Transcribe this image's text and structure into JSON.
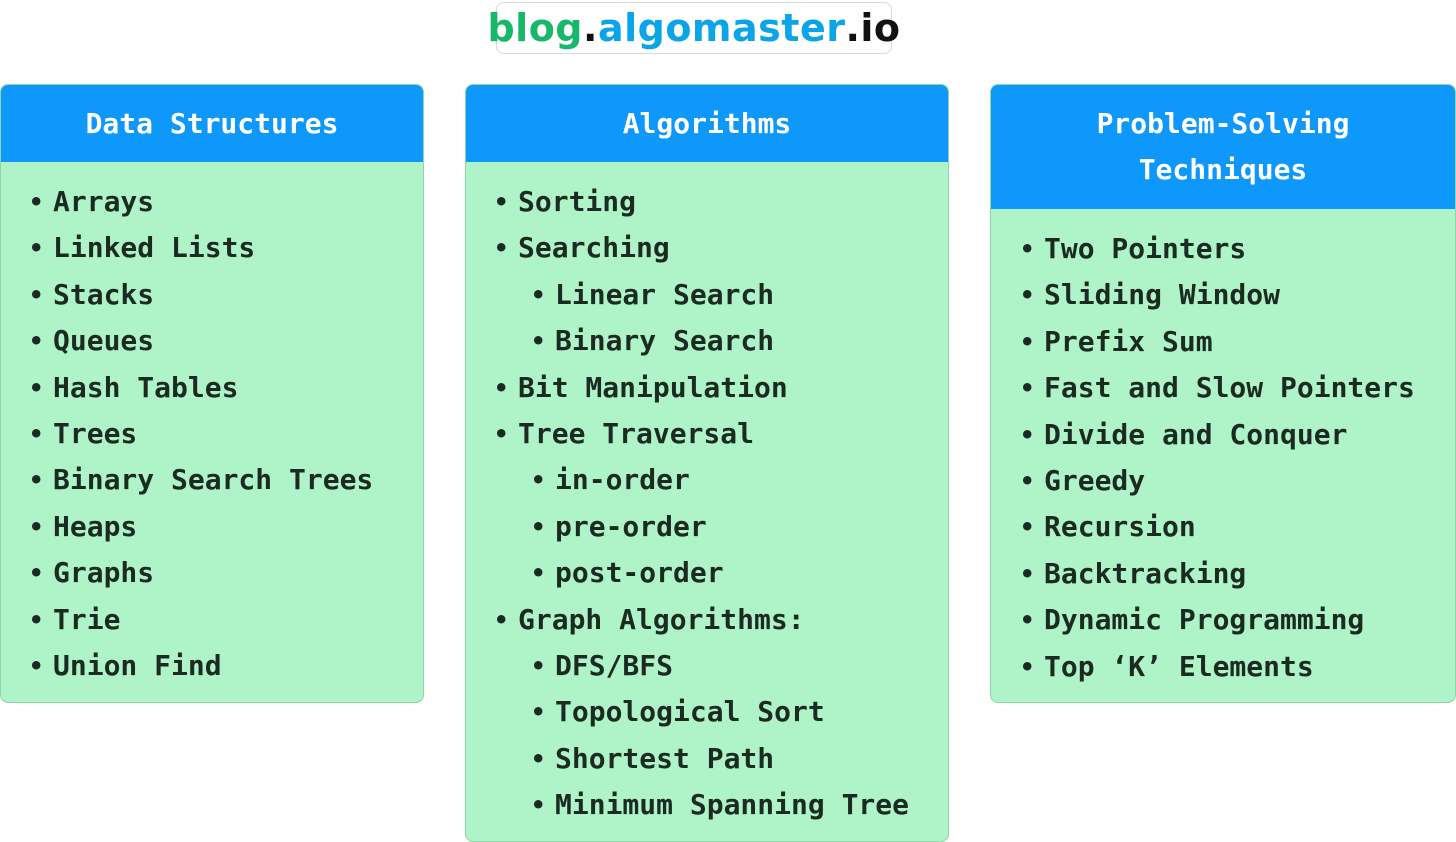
{
  "logo": {
    "part1": "blog",
    "dot1": ".",
    "part2": "algomaster",
    "dot2": ".",
    "part3": "io",
    "colors": {
      "blog": "#18b86b",
      "algomaster": "#0aa4e8",
      "io": "#111111"
    }
  },
  "colors": {
    "header_bg": "#0f98fb",
    "card_bg": "#aff3c8",
    "text": "#1c2b22"
  },
  "columns": [
    {
      "title": "Data Structures",
      "items": [
        {
          "label": "Arrays",
          "level": 0
        },
        {
          "label": "Linked Lists",
          "level": 0
        },
        {
          "label": "Stacks",
          "level": 0
        },
        {
          "label": "Queues",
          "level": 0
        },
        {
          "label": "Hash Tables",
          "level": 0
        },
        {
          "label": "Trees",
          "level": 0
        },
        {
          "label": "Binary Search Trees",
          "level": 0
        },
        {
          "label": "Heaps",
          "level": 0
        },
        {
          "label": "Graphs",
          "level": 0
        },
        {
          "label": "Trie",
          "level": 0
        },
        {
          "label": "Union Find",
          "level": 0
        }
      ]
    },
    {
      "title": "Algorithms",
      "items": [
        {
          "label": "Sorting",
          "level": 0
        },
        {
          "label": "Searching",
          "level": 0
        },
        {
          "label": "Linear Search",
          "level": 1
        },
        {
          "label": "Binary Search",
          "level": 1
        },
        {
          "label": "Bit Manipulation",
          "level": 0
        },
        {
          "label": "Tree Traversal",
          "level": 0
        },
        {
          "label": "in-order",
          "level": 1
        },
        {
          "label": "pre-order",
          "level": 1
        },
        {
          "label": "post-order",
          "level": 1
        },
        {
          "label": "Graph Algorithms:",
          "level": 0
        },
        {
          "label": "DFS/BFS",
          "level": 1
        },
        {
          "label": "Topological Sort",
          "level": 1
        },
        {
          "label": "Shortest Path",
          "level": 1
        },
        {
          "label": "Minimum Spanning Tree",
          "level": 1
        }
      ]
    },
    {
      "title_line1": "Problem-Solving",
      "title_line2": "Techniques",
      "items": [
        {
          "label": "Two Pointers",
          "level": 0
        },
        {
          "label": "Sliding Window",
          "level": 0
        },
        {
          "label": "Prefix Sum",
          "level": 0
        },
        {
          "label": "Fast and Slow Pointers",
          "level": 0
        },
        {
          "label": "Divide and Conquer",
          "level": 0
        },
        {
          "label": "Greedy",
          "level": 0
        },
        {
          "label": "Recursion",
          "level": 0
        },
        {
          "label": "Backtracking",
          "level": 0
        },
        {
          "label": "Dynamic Programming",
          "level": 0
        },
        {
          "label": "Top ‘K’ Elements",
          "level": 0
        }
      ]
    }
  ]
}
